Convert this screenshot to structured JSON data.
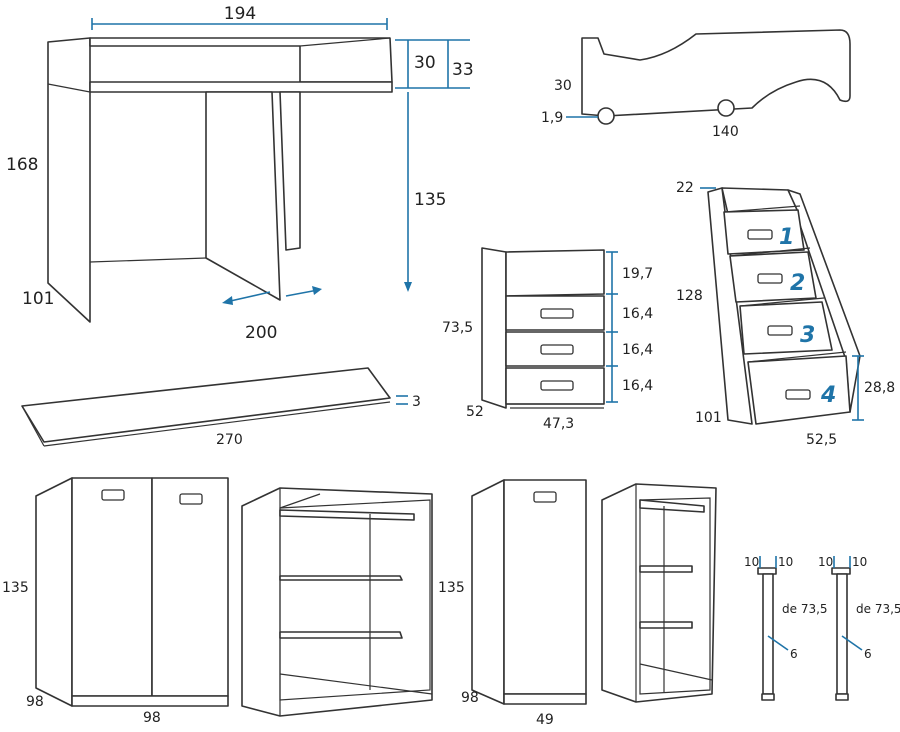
{
  "desk": {
    "width": "194",
    "top_h1": "30",
    "top_h2": "33",
    "height": "168",
    "leg_h": "135",
    "depth": "101",
    "length": "200"
  },
  "board": {
    "length": "270",
    "thick": "3"
  },
  "rail": {
    "h": "30",
    "d": "1,9",
    "l": "140"
  },
  "drawer_unit": {
    "h": "73,5",
    "s1": "19,7",
    "s2": "16,4",
    "s3": "16,4",
    "s4": "16,4",
    "depth": "52",
    "width": "47,3"
  },
  "stair": {
    "top": "22",
    "h": "128",
    "depth": "101",
    "width": "52,5",
    "step_h": "28,8",
    "steps": [
      "1",
      "2",
      "3",
      "4"
    ]
  },
  "wardrobe_large": {
    "h": "135",
    "depth": "98",
    "width": "98"
  },
  "wardrobe_small": {
    "h": "135",
    "depth": "98",
    "width": "49"
  },
  "legs": {
    "a": {
      "t1": "10",
      "t2": "10",
      "len": "de 73,5",
      "d": "6"
    },
    "b": {
      "t1": "10",
      "t2": "10",
      "len": "de 73,5",
      "d": "6"
    }
  },
  "colors": {
    "dimension_line": "#1f74a8",
    "outline": "#333333"
  }
}
